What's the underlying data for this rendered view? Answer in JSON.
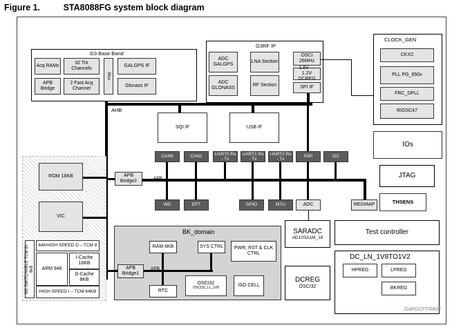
{
  "figure": {
    "label": "Figure 1.",
    "title": "STA8088FG system block diagram"
  },
  "g3_base_band": {
    "title": "G3 Base Band",
    "acq_rams": "Acq RAMs",
    "trk_channels": "32 Trk Channels",
    "apb_bridge": "APB Bridge",
    "fast_acq": "2 Fast Acq Channel",
    "mux": "Mux",
    "galgps_if": "GALGPS IF",
    "glonass_if": "Glonass IF"
  },
  "g3rf_ip": {
    "title": "G3RF IP",
    "adc_galgps": "ADC GALGPS",
    "lna_section": "LNA Section",
    "adc_glonass": "ADC GLONASS",
    "rf_section": "RF Section",
    "osci": "OSCI 26MHz",
    "dcreg": "1.8V → 1.2V DCREG",
    "spi_if": "SPI IF"
  },
  "clock_gen": {
    "title": "CLOCK_GEN",
    "ckx2": "CKX2",
    "pll": "PLL PG_650x",
    "frc_dpll": "FRC_DPLL",
    "riosc47": "RIOSC47"
  },
  "bus": {
    "ahb": "AHB",
    "apb": "APB",
    "apb2": "APB"
  },
  "sqi_if": "SQI IF",
  "usb_if": "USB IF",
  "peripherals_top": [
    "CAN0",
    "CAN1",
    "UART0 Rx - Tx",
    "UART1 Rx - Tx",
    "UART2 Rx - Tx",
    "SSP",
    "I2C"
  ],
  "peripherals_bottom": [
    "WD",
    "EFT",
    "GPIO",
    "MTU",
    "ADC",
    "REGMAP"
  ],
  "right_blocks": {
    "ios": "IOs",
    "jtag": "JTAG",
    "thsens": "THSENS",
    "saradc_title": "SARADC",
    "saradc_sub": "AD10SA1M_18",
    "test_controller": "Test controller",
    "dcreg_title": "DCREG",
    "dcreg_sub": "OSCI32",
    "dcln_title": "DC_LN_1V8TO1V2",
    "hpreg": "HPREG",
    "lpreg": "LPREG",
    "bkreg": "BKREG"
  },
  "cpu": {
    "rom": "ROM 16KB",
    "apb_bridge2": "APB Bridge2",
    "vic": "VIC",
    "tcm_top": "64KHIGH SPEED D – TCM 8",
    "side_label": "M0 SWITCHABLE TCM 8x 8kB",
    "arm": "ARM 946",
    "icache": "I-Cache 16KB",
    "dcache": "D-Cache 8KB",
    "tcm_bottom": "HIGH SPEED I – TCM 64KB"
  },
  "bk_domain": {
    "title": "BK_domain",
    "ram": "RAM 8KB",
    "sys_ctrl": "SYS CTRL",
    "pwr": "PWR, RST & CLK CTRL",
    "apb_bridge1": "APB Bridge1",
    "rtc": "RTC",
    "osci32": "OSCI32",
    "osci32_sub": "OSCI32_LL_1V8",
    "iso_cell": "ISO CELL"
  },
  "footer_code": "GAPGCFT00632"
}
